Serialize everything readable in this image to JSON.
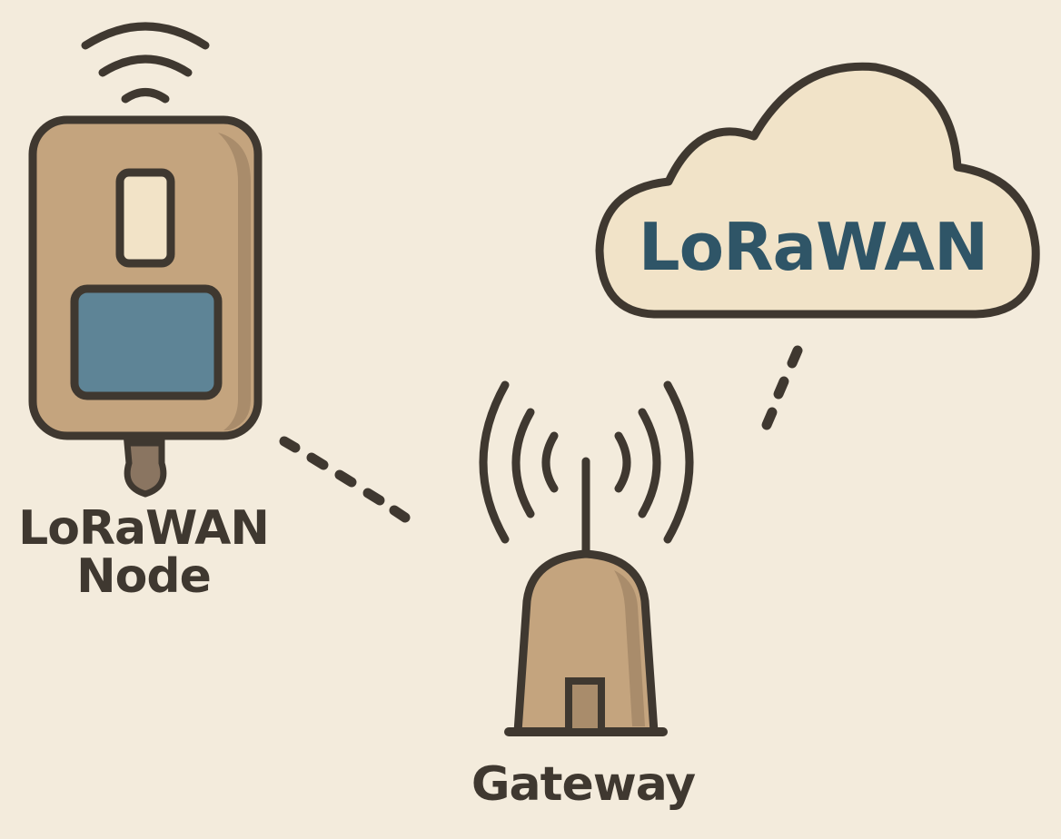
{
  "node": {
    "label_line1": "LoRaWAN",
    "label_line2": "Node"
  },
  "gateway": {
    "label": "Gateway"
  },
  "cloud": {
    "label": "LoRaWAN"
  },
  "colors": {
    "background": "#f3ebdc",
    "outline": "#3f3830",
    "device_body": "#c4a47e",
    "device_shade": "#a98c6b",
    "screen": "#5e8496",
    "slot": "#f2e3c7",
    "cloud_fill": "#f1e3c8",
    "cloud_text": "#2f5567"
  }
}
